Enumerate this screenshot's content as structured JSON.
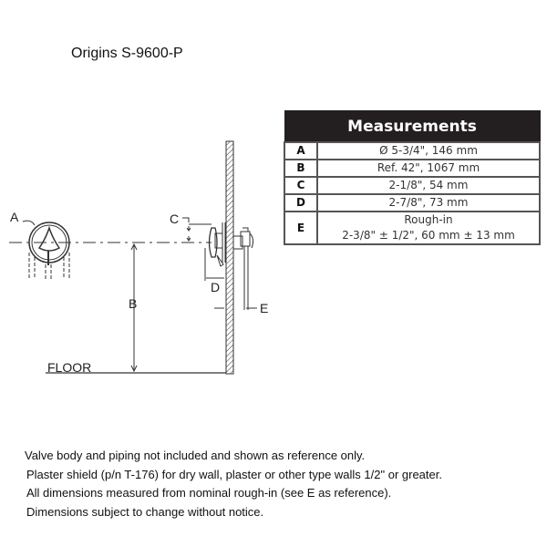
{
  "title": "Origins  S-9600-P",
  "diagram": {
    "labels": {
      "a": "A",
      "b": "B",
      "c": "C",
      "d": "D",
      "e": "E",
      "floor": "FLOOR"
    }
  },
  "table": {
    "header": "Measurements",
    "rows": [
      {
        "key": "A",
        "value": "Ø 5-3/4\", 146 mm"
      },
      {
        "key": "B",
        "value": "Ref. 42\", 1067 mm"
      },
      {
        "key": "C",
        "value": "2-1/8\", 54 mm"
      },
      {
        "key": "D",
        "value": "2-7/8\", 73 mm"
      },
      {
        "key": "E",
        "value": "Rough-in",
        "value2": "2-3/8\" ± 1/2\", 60 mm ± 13 mm"
      }
    ]
  },
  "notes": [
    "Valve body and piping not included and shown as reference only.",
    "Plaster shield (p/n T-176) for dry wall, plaster or other type walls 1/2\" or greater.",
    "All dimensions measured from nominal rough-in (see E as reference).",
    "Dimensions subject to change without notice."
  ]
}
